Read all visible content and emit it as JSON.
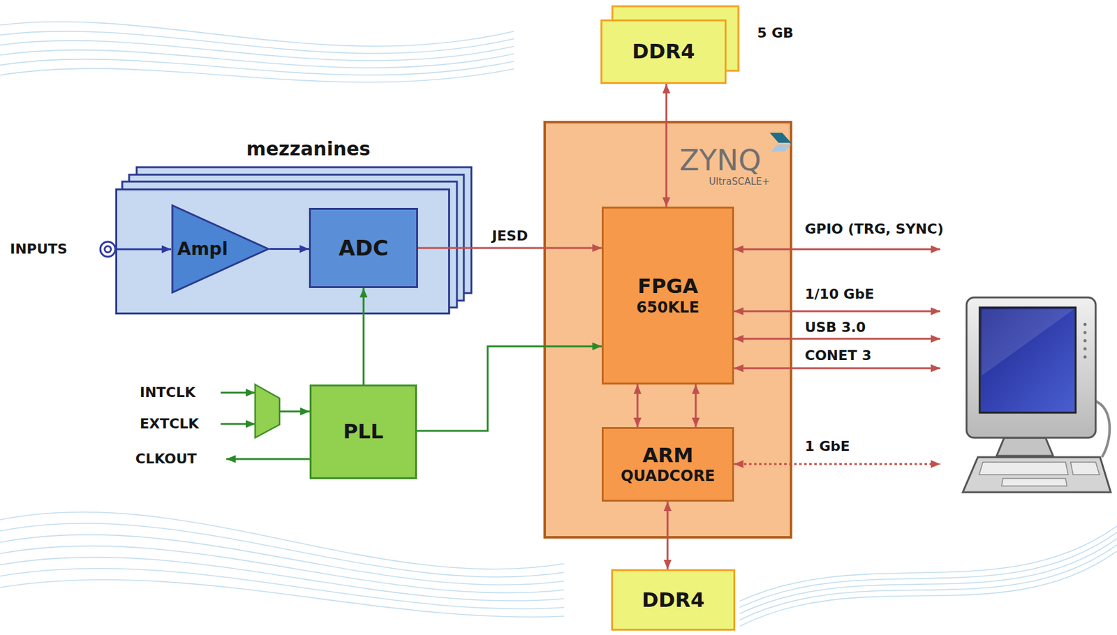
{
  "diagram": {
    "nodes": [
      {
        "text": [
          "DDR4"
        ]
      },
      {
        "text": [
          "mezzanines"
        ]
      },
      {
        "text": [
          "Ampl"
        ],
        "in": 1
      },
      {
        "text": [
          "ADC"
        ],
        "in": 1
      },
      {
        "text": [
          "ZYNQ",
          "UltraSCALE+"
        ]
      },
      {
        "text": [
          "FPGA",
          "650KLE"
        ],
        "in": 4
      },
      {
        "text": [
          "ARM",
          "QUADCORE"
        ],
        "in": 4
      },
      {
        "text": [
          "PLL"
        ]
      },
      {
        "text": [
          "DDR4"
        ]
      }
    ],
    "edges": [
      {
        "from": 2,
        "to": 3,
        "arrow": "to"
      },
      {
        "from": 3,
        "to": 5,
        "arrow": "to",
        "label": "JESD"
      },
      {
        "from": 7,
        "to": 3,
        "arrow": "to"
      },
      {
        "from": 7,
        "to": 5,
        "arrow": "to"
      },
      {
        "from": 0,
        "to": 5,
        "arrow": "both"
      },
      {
        "from": 5,
        "to": 6,
        "arrow": "both"
      },
      {
        "from": 5,
        "to": 6,
        "arrow": "both"
      },
      {
        "from": 6,
        "to": 8,
        "arrow": "both"
      }
    ],
    "labels": [
      "5 GB",
      "INPUTS",
      "INTCLK",
      "EXTCLK",
      "CLKOUT",
      "GPIO (TRG, SYNC)",
      "1/10 GbE",
      "USB 3.0",
      "CONET 3",
      "1 GbE"
    ]
  }
}
